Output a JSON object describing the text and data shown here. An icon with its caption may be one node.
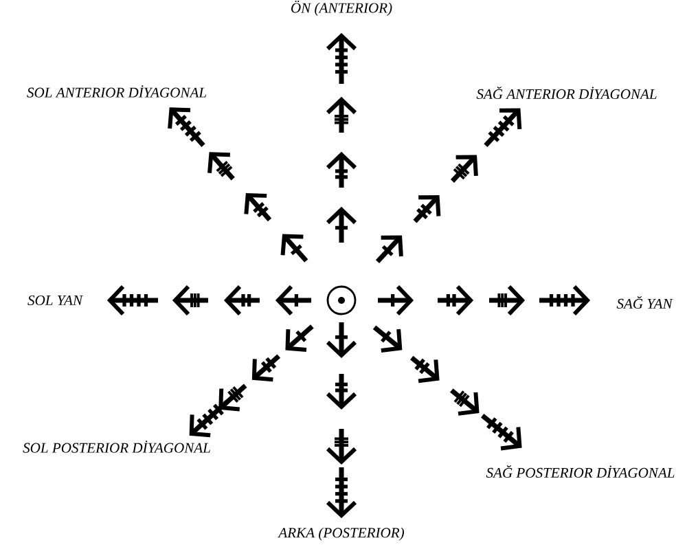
{
  "diagram": {
    "labels": [
      "ÖN (ANTERIOR)",
      "SOL ANTERIOR DİYAGONAL",
      "SAĞ ANTERIOR DİYAGONAL",
      "SOL YAN",
      "SAĞ YAN",
      "SOL POSTERIOR DİYAGONAL",
      "SAĞ POSTERIOR DİYAGONAL",
      "ARKA (POSTERIOR)"
    ]
  }
}
